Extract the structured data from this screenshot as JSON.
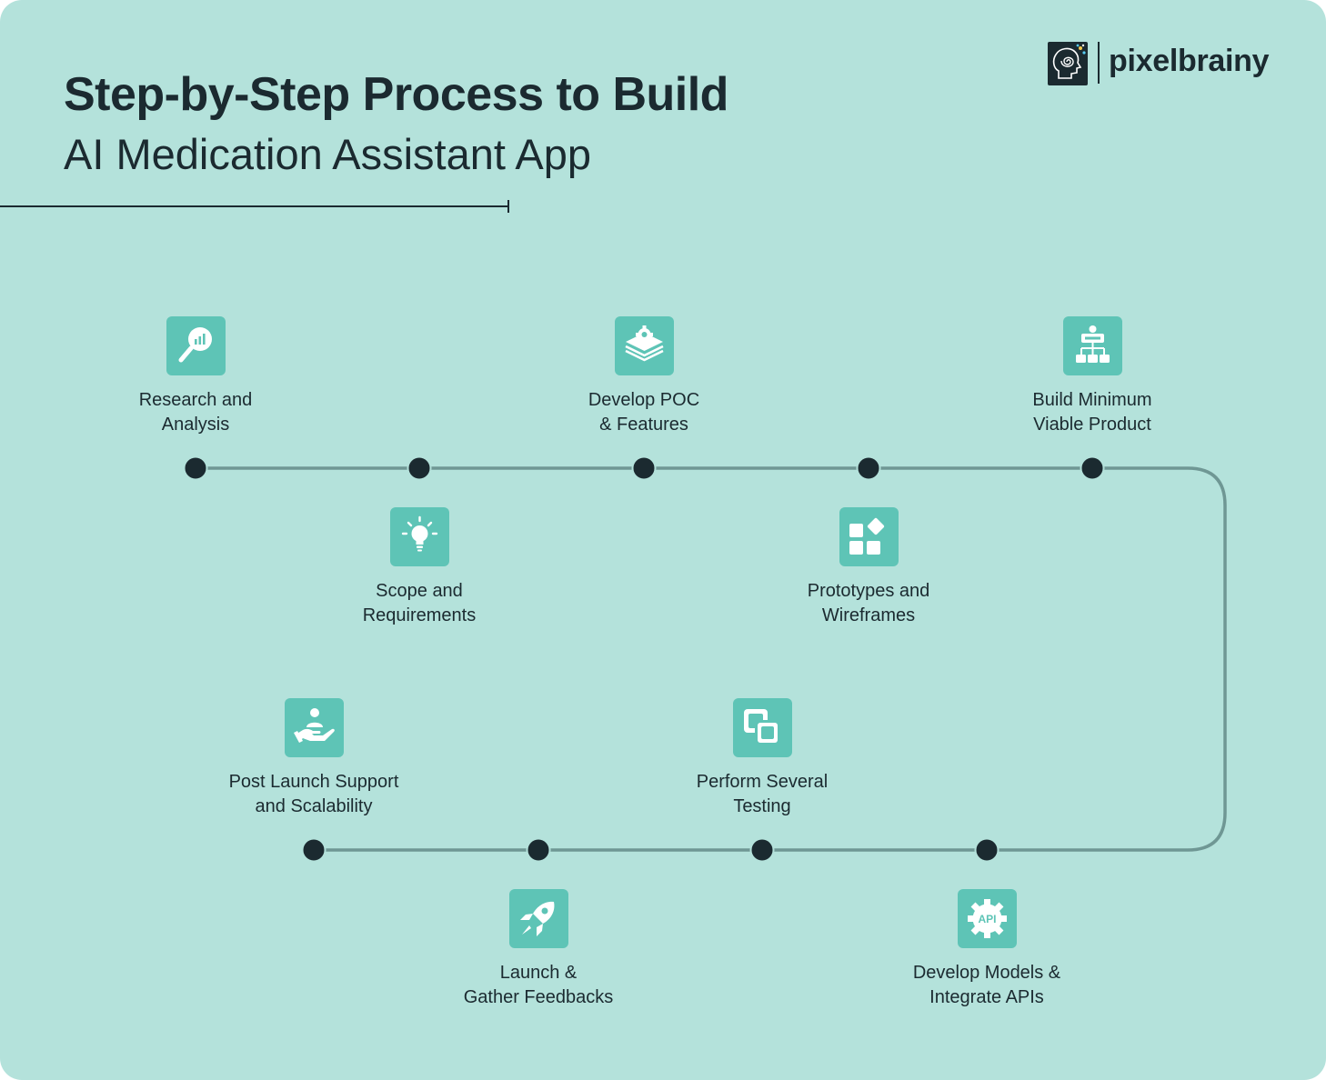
{
  "header": {
    "title_line1": "Step-by-Step Process to Build",
    "title_line2": "AI Medication Assistant App"
  },
  "brand": {
    "name": "pixelbrainy",
    "logo_icon": "brain-head-icon"
  },
  "colors": {
    "background": "#b4e2db",
    "icon_tile": "#5ec4b6",
    "text": "#1b2a30",
    "path_line": "#6f9794",
    "node": "#1b2a30"
  },
  "steps": [
    {
      "line1": "Research and",
      "line2": "Analysis",
      "icon": "magnifier-chart-icon"
    },
    {
      "line1": "Scope and",
      "line2": "Requirements",
      "icon": "lightbulb-icon"
    },
    {
      "line1": "Develop POC",
      "line2": "& Features",
      "icon": "gear-layers-icon"
    },
    {
      "line1": "Prototypes and",
      "line2": "Wireframes",
      "icon": "blocks-icon"
    },
    {
      "line1": "Build Minimum",
      "line2": "Viable Product",
      "icon": "mvp-hierarchy-icon"
    },
    {
      "line1": "Develop Models &",
      "line2": "Integrate APIs",
      "icon": "api-gear-icon"
    },
    {
      "line1": "Perform Several",
      "line2": "Testing",
      "icon": "overlapping-squares-icon"
    },
    {
      "line1": "Launch &",
      "line2": "Gather Feedbacks",
      "icon": "rocket-icon"
    },
    {
      "line1": "Post Launch Support",
      "line2": "and Scalability",
      "icon": "hand-support-icon"
    }
  ]
}
